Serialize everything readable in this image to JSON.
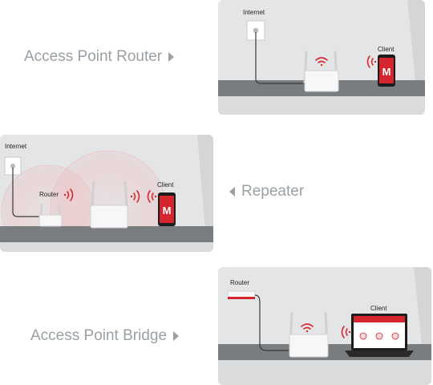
{
  "modes": {
    "ap_router": {
      "label": "Access Point Router",
      "internet_label": "Internet",
      "client_label": "Client",
      "phone_logo": "M"
    },
    "repeater": {
      "label": "Repeater",
      "internet_label": "Internet",
      "router_label": "Router",
      "client_label": "Client",
      "phone_logo": "M"
    },
    "ap_bridge": {
      "label": "Access Point Bridge",
      "router_label": "Router",
      "client_label": "Client"
    }
  },
  "icons": {
    "arrow_right": "triangle-right-icon",
    "arrow_left": "triangle-left-icon",
    "wifi": "wifi-icon"
  },
  "colors": {
    "accent_red": "#d6262d",
    "panel_grey": "#e4e5e6",
    "shelf_grey": "#7a7d80",
    "label_grey": "#9aa0a4"
  }
}
